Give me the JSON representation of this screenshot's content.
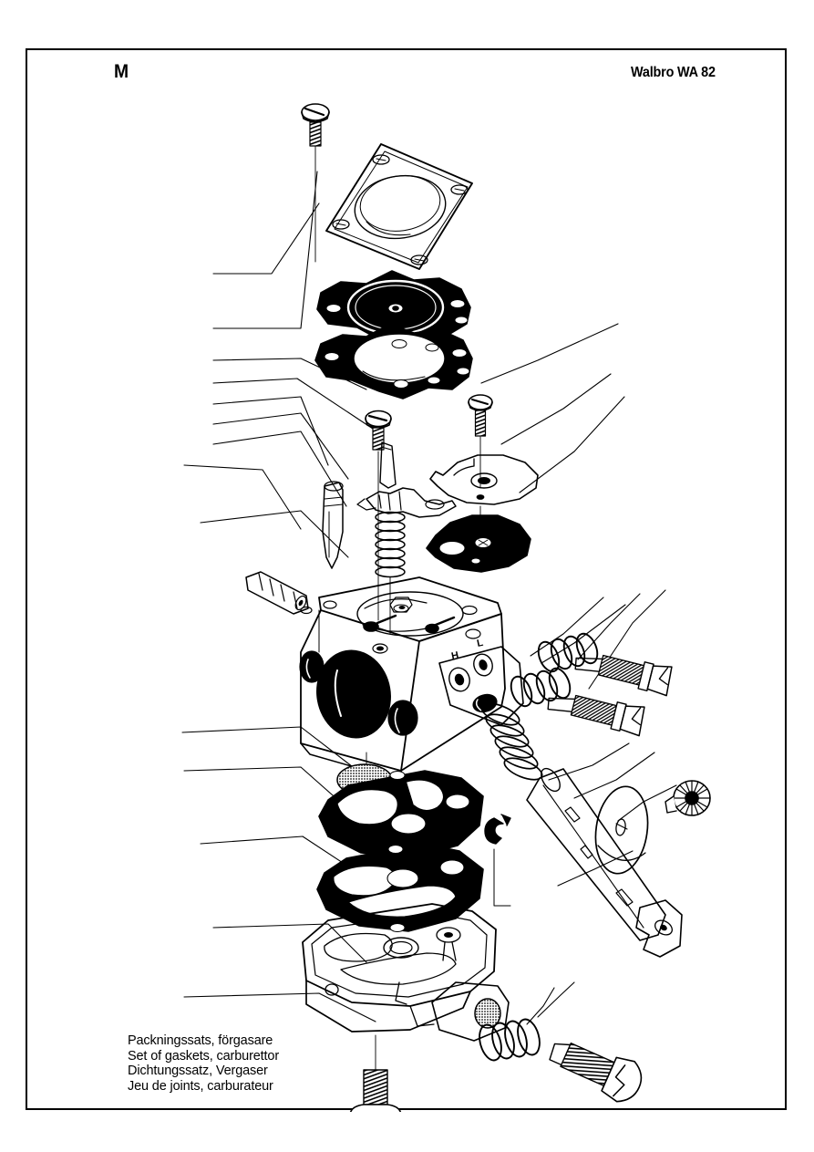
{
  "page": {
    "brand_mark": "M",
    "model_label": "Walbro WA 82",
    "border_color": "#000000",
    "background_color": "#ffffff",
    "ink_color": "#000000"
  },
  "caption": {
    "lines": [
      "Packningssats, förgasare",
      "Set of gaskets, carburettor",
      "Dichtungssatz, Vergaser",
      "Jeu de joints, carburateur"
    ],
    "line_sv": "Packningssats, förgasare",
    "line_en": "Set of gaskets, carburettor",
    "line_de": "Dichtungssatz, Vergaser",
    "line_fr": "Jeu de joints, carburateur"
  },
  "diagram": {
    "type": "exploded-parts-view",
    "subject": "Walbro WA 82 diaphragm carburettor",
    "markings": {
      "high_speed_screw": "H",
      "low_speed_screw": "L"
    },
    "parts": [
      {
        "id": "cover-screw-top",
        "name": "metering cover screw"
      },
      {
        "id": "metering-cover",
        "name": "metering diaphragm cover"
      },
      {
        "id": "metering-diaphragm",
        "name": "metering diaphragm"
      },
      {
        "id": "metering-gasket",
        "name": "metering diaphragm gasket"
      },
      {
        "id": "lever-pin-screw",
        "name": "metering lever pivot screw"
      },
      {
        "id": "lever-pin",
        "name": "metering lever pin"
      },
      {
        "id": "metering-lever",
        "name": "metering lever"
      },
      {
        "id": "inlet-needle",
        "name": "inlet needle valve"
      },
      {
        "id": "lever-spring",
        "name": "metering lever spring"
      },
      {
        "id": "welch-plug",
        "name": "welch plug"
      },
      {
        "id": "throttle-plate-screw",
        "name": "throttle shutter screw"
      },
      {
        "id": "choke-shutter",
        "name": "choke shutter plate"
      },
      {
        "id": "choke-gasket",
        "name": "choke shutter gasket"
      },
      {
        "id": "carburettor-body",
        "name": "carburettor main body"
      },
      {
        "id": "screen-filter",
        "name": "inlet screen filter"
      },
      {
        "id": "mixture-spring-l",
        "name": "low speed needle spring"
      },
      {
        "id": "mixture-spring-h",
        "name": "high speed needle spring"
      },
      {
        "id": "mixture-needle-l",
        "name": "low speed mixture needle"
      },
      {
        "id": "mixture-needle-h",
        "name": "high speed mixture needle"
      },
      {
        "id": "throttle-return-spring",
        "name": "throttle return spring"
      },
      {
        "id": "throttle-shaft",
        "name": "throttle shaft with lever"
      },
      {
        "id": "e-clip",
        "name": "retaining E-clip"
      },
      {
        "id": "throttle-disc",
        "name": "throttle disc"
      },
      {
        "id": "knurled-screw",
        "name": "knurled idle screw"
      },
      {
        "id": "pump-diaphragm",
        "name": "fuel pump diaphragm"
      },
      {
        "id": "pump-gasket",
        "name": "fuel pump gasket"
      },
      {
        "id": "pump-body",
        "name": "fuel pump body / cover"
      },
      {
        "id": "pump-cover-screw",
        "name": "fuel pump cover screw"
      },
      {
        "id": "idle-spring",
        "name": "idle adjustment spring"
      },
      {
        "id": "idle-screw",
        "name": "idle adjustment screw"
      }
    ]
  }
}
